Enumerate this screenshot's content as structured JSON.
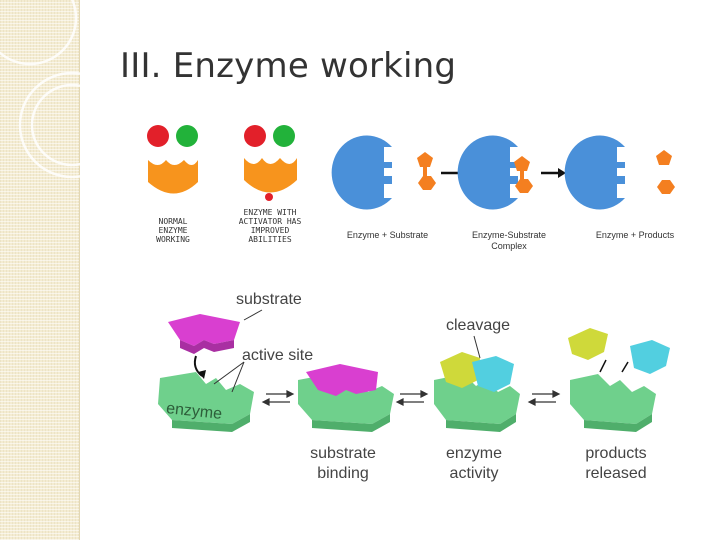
{
  "slide": {
    "title": "III. Enzyme working"
  },
  "activator_panel": {
    "normal_caption": "NORMAL ENZYME WORKING",
    "activator_caption": "ENZYME WITH ACTIVATOR HAS IMPROVED ABILITIES",
    "colors": {
      "substrate_red": "#e2202a",
      "substrate_green": "#22b23a",
      "enzyme": "#f7941d",
      "activator": "#e2202a"
    }
  },
  "reaction_row": {
    "steps": [
      "Enzyme + Substrate",
      "Enzyme-Substrate Complex",
      "Enzyme + Products"
    ],
    "colors": {
      "enzyme": "#4a90d9",
      "substrate": "#f47f20"
    }
  },
  "lock_and_key": {
    "callouts": {
      "substrate": "substrate",
      "active_site": "active site",
      "cleavage": "cleavage",
      "enzyme": "enzyme"
    },
    "stages": [
      "substrate binding",
      "enzyme activity",
      "products released"
    ],
    "colors": {
      "enzyme": "#6fd08c",
      "substrate": "#d93fd0",
      "product_yellow": "#cfd93a",
      "product_cyan": "#52cfe0"
    }
  }
}
